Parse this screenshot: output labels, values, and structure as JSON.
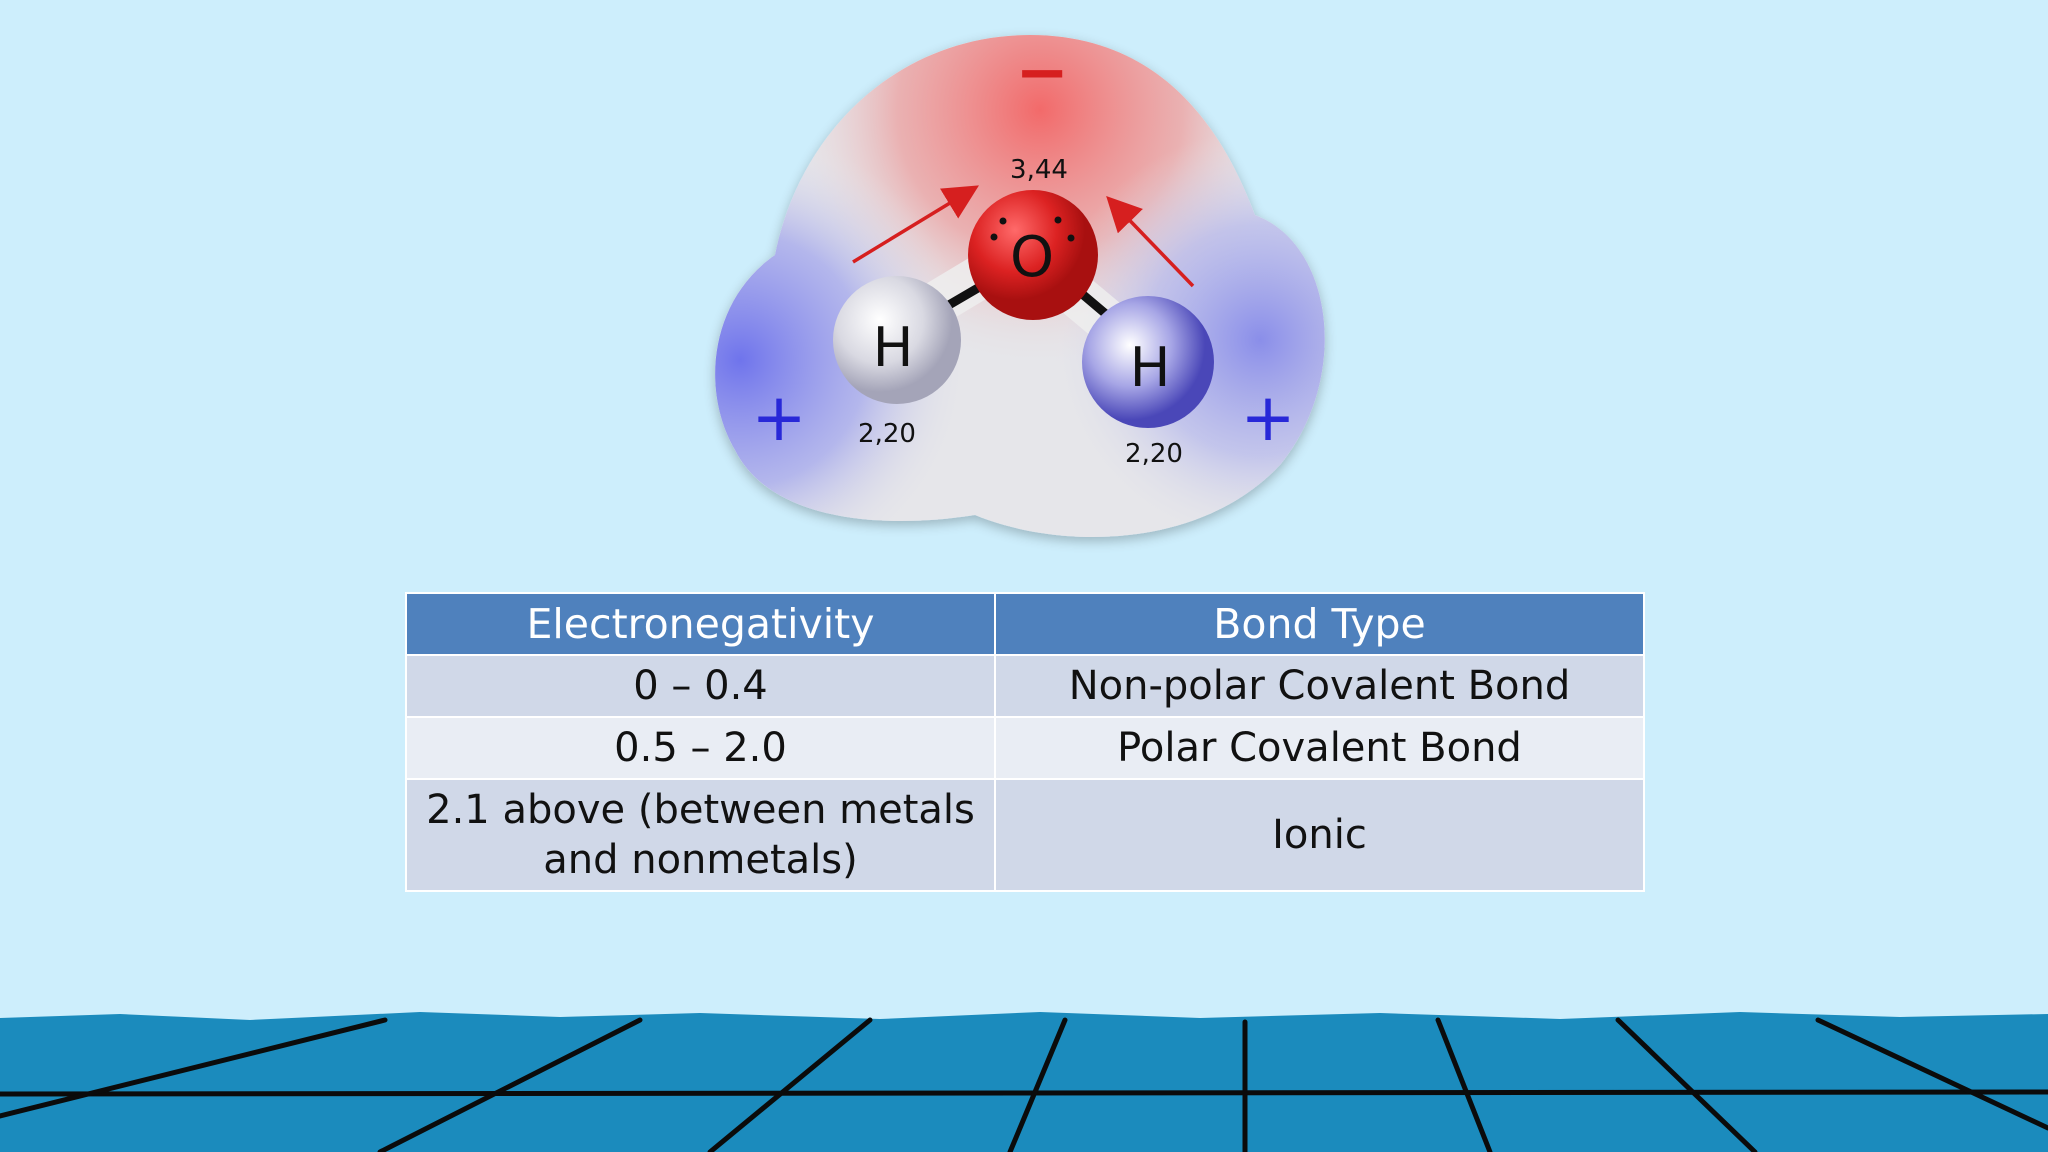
{
  "molecule": {
    "oxygen_symbol": "O",
    "hydrogen_symbol": "H",
    "oxygen_electronegativity": "3,44",
    "hydrogen_left_electronegativity": "2,20",
    "hydrogen_right_electronegativity": "2,20",
    "negative_charge": "−",
    "positive_charge": "+",
    "colors": {
      "negative_region": "#e23c3c",
      "positive_region": "#3a3ae0",
      "oxygen_atom": "#d61f1f",
      "arrow": "#d61f1f"
    }
  },
  "table": {
    "headers": [
      "Electronegativity",
      "Bond Type"
    ],
    "rows": [
      [
        "0 – 0.4",
        "Non-polar Covalent Bond"
      ],
      [
        "0.5 – 2.0",
        "Polar Covalent Bond"
      ],
      [
        "2.1 above (between metals and nonmetals)",
        "Ionic"
      ]
    ],
    "colors": {
      "header_bg": "#4f81bd",
      "row_bg_a": "#d0d8e8",
      "row_bg_b": "#e9edf4"
    }
  },
  "background": {
    "sky": "#cdeefc",
    "floor": "#1b8bbd"
  }
}
